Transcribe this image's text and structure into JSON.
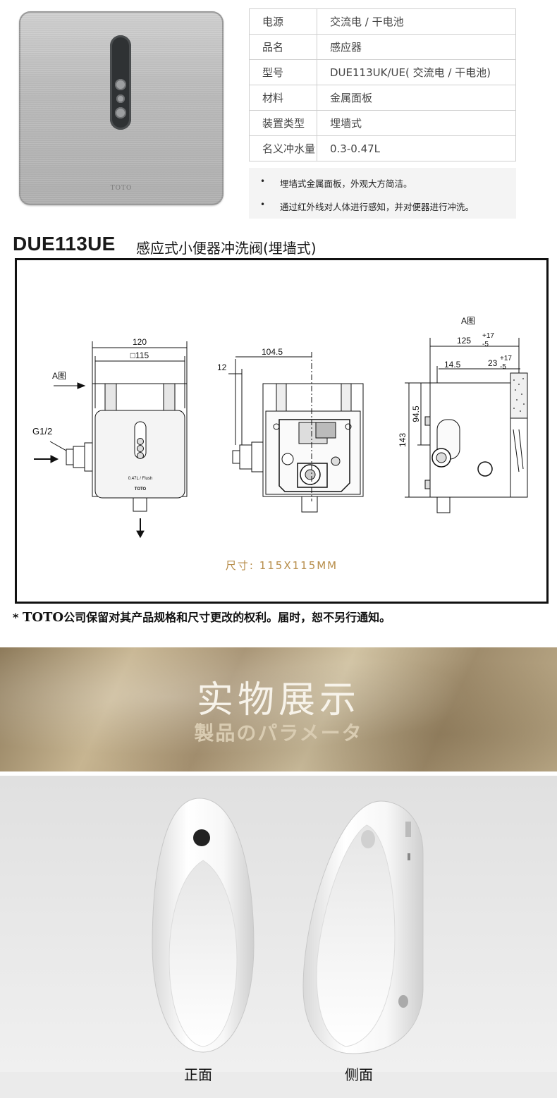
{
  "product_panel": {
    "logo_text": "TOTO"
  },
  "spec_table": {
    "rows": [
      {
        "label": "电源",
        "value": "交流电 / 干电池"
      },
      {
        "label": "品名",
        "value": "感应器"
      },
      {
        "label": "型号",
        "value": "DUE113UK/UE( 交流电 / 干电池)"
      },
      {
        "label": "材料",
        "value": "金属面板"
      },
      {
        "label": "装置类型",
        "value": "埋墙式"
      },
      {
        "label": "名义冲水量",
        "value": "0.3-0.47L"
      }
    ]
  },
  "features": [
    "埋墙式金属面板，外观大方简洁。",
    "通过红外线对人体进行感知，并对便器进行冲洗。"
  ],
  "title": {
    "model": "DUE113UE",
    "description": "感应式小便器冲洗阀(埋墙式)"
  },
  "drawing": {
    "a_view_label_left": "A图",
    "a_view_label_right": "A图",
    "dims": {
      "width_120": "120",
      "width_115": "□115",
      "depth_104_5": "104.5",
      "pipe_12": "12",
      "pipe_label": "G1/2",
      "depth_125": "125",
      "tol_125_plus": "+17",
      "tol_125_minus": "-5",
      "depth_14_5": "14.5",
      "depth_23": "23",
      "tol_23_plus": "+17",
      "tol_23_minus": "-5",
      "height_94_5": "94.5",
      "height_143": "143"
    },
    "panel_flush_label": "0.47L / Flush",
    "panel_brand": "TOTO",
    "size_label": "尺寸: 115X115MM"
  },
  "note": {
    "prefix": "* ",
    "brand": "TOTO",
    "text": "公司保留对其产品规格和尺寸更改的权利。届时，恕不另行通知。"
  },
  "banner": {
    "title": "实物展示",
    "subtitle": "製品のパラメータ"
  },
  "photos": {
    "front_caption": "正面",
    "side_caption": "侧面"
  }
}
